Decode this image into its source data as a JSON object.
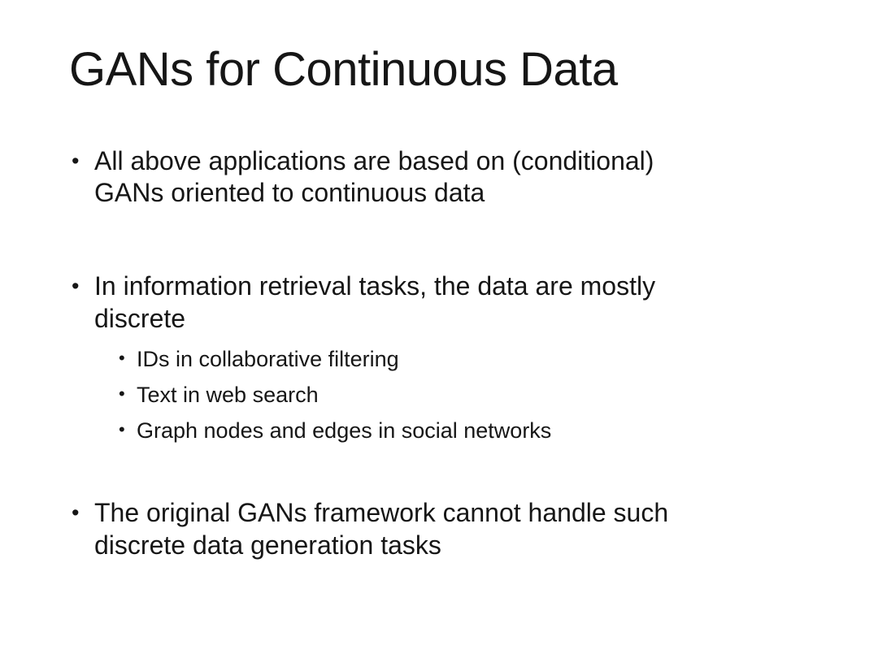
{
  "slide": {
    "title": "GANs for Continuous Data",
    "bullet_glyph": "•",
    "colors": {
      "background": "#ffffff",
      "text": "#161616"
    },
    "bullets": [
      {
        "lines": [
          "All above applications are based on (conditional)",
          "GANs oriented to continuous data"
        ],
        "sub_items": []
      },
      {
        "lines": [
          "In information retrieval tasks, the data are mostly",
          "discrete"
        ],
        "sub_items": [
          "IDs in collaborative filtering",
          "Text in web search",
          "Graph nodes and edges in social networks"
        ]
      },
      {
        "lines": [
          "The original GANs framework cannot handle such",
          "discrete data generation tasks"
        ],
        "sub_items": []
      }
    ]
  }
}
